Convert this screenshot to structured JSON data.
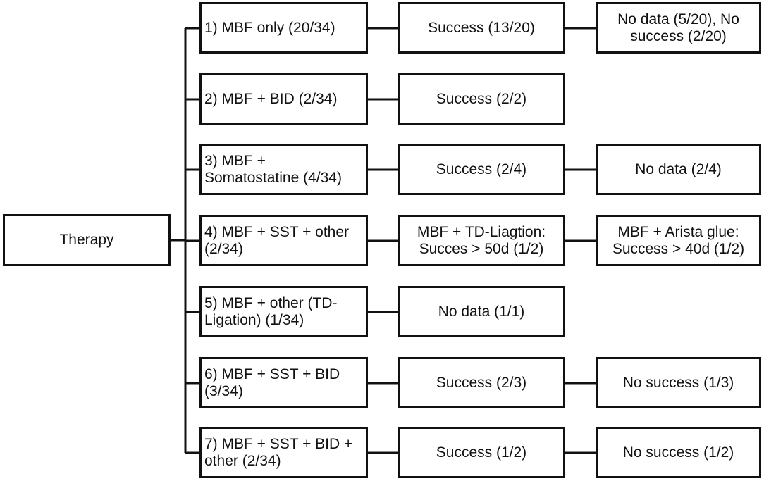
{
  "root": "Therapy",
  "branches": [
    {
      "label": "1) MBF only (20/34)",
      "outcome": "Success (13/20)",
      "followup": "No data (5/20), No success (2/20)"
    },
    {
      "label": "2) MBF + BID (2/34)",
      "outcome": "Success (2/2)",
      "followup": ""
    },
    {
      "label": "3) MBF + Somatostatine (4/34)",
      "outcome": "Success (2/4)",
      "followup": "No data (2/4)"
    },
    {
      "label": "4) MBF + SST + other (2/34)",
      "outcome": "MBF + TD-Liagtion: Succes > 50d (1/2)",
      "followup": "MBF + Arista glue: Success > 40d (1/2)"
    },
    {
      "label": "5) MBF + other (TD-Ligation) (1/34)",
      "outcome": "No data (1/1)",
      "followup": ""
    },
    {
      "label": "6) MBF + SST + BID (3/34)",
      "outcome": "Success (2/3)",
      "followup": "No success (1/3)"
    },
    {
      "label": "7) MBF + SST + BID + other (2/34)",
      "outcome": "Success (1/2)",
      "followup": "No success (1/2)"
    }
  ],
  "colors": {
    "line": "#111111",
    "box_fill": "#ffffff",
    "text": "#111111"
  }
}
